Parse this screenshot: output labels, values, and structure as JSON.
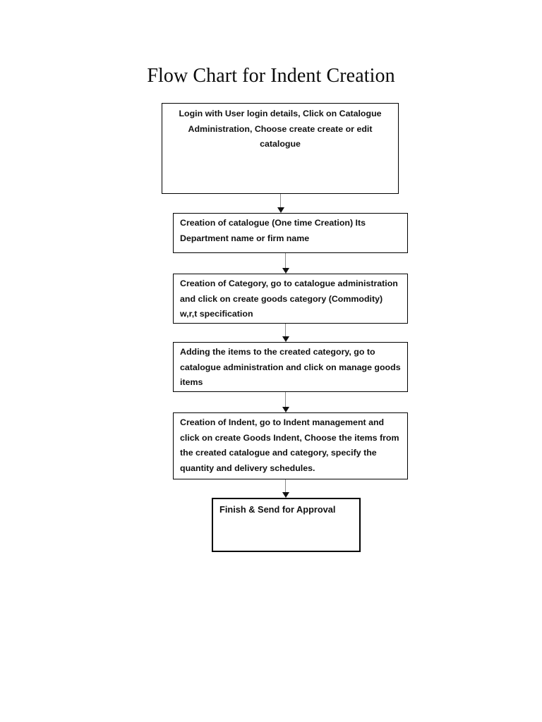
{
  "document": {
    "title": "Flow Chart for Indent Creation",
    "background_color": "#ffffff",
    "text_color": "#000000"
  },
  "chart_data": {
    "type": "diagram",
    "diagram_type": "flowchart",
    "orientation": "top-to-bottom",
    "title": "Flow Chart for Indent Creation",
    "node_shape": "rectangle",
    "connector_style": "straight-arrow-down",
    "nodes": [
      {
        "id": "box-1",
        "step": 1,
        "text": "Login with User login details, Click on Catalogue Administration, Choose create create or edit catalogue",
        "text_align": "center",
        "bold": false,
        "border_width": 1
      },
      {
        "id": "box-2",
        "step": 2,
        "text": "Creation of catalogue (One time Creation) Its Department name or firm name",
        "text_align": "left",
        "bold": false,
        "border_width": 1
      },
      {
        "id": "box-3",
        "step": 3,
        "text": "Creation of Category, go to catalogue administration and click on create goods category (Commodity) w,r,t specification",
        "text_align": "left",
        "bold": false,
        "border_width": 1
      },
      {
        "id": "box-4",
        "step": 4,
        "text": "Adding the items to the created category, go to catalogue administration and click on manage goods items",
        "text_align": "left",
        "bold": false,
        "border_width": 1
      },
      {
        "id": "box-5",
        "step": 5,
        "text": "Creation of Indent, go to Indent management and click on create Goods Indent, Choose the items from the created catalogue and category, specify the quantity and delivery schedules.",
        "text_align": "left",
        "bold": false,
        "border_width": 1
      },
      {
        "id": "box-6",
        "step": 6,
        "text": "Finish & Send for Approval",
        "text_align": "left",
        "bold": true,
        "border_width": 2
      }
    ],
    "edges": [
      {
        "id": "conn-1",
        "from": "box-1",
        "to": "box-2",
        "arrow": "down"
      },
      {
        "id": "conn-2",
        "from": "box-2",
        "to": "box-3",
        "arrow": "down"
      },
      {
        "id": "conn-3",
        "from": "box-3",
        "to": "box-4",
        "arrow": "down"
      },
      {
        "id": "conn-4",
        "from": "box-4",
        "to": "box-5",
        "arrow": "down"
      },
      {
        "id": "conn-5",
        "from": "box-5",
        "to": "box-6",
        "arrow": "down"
      }
    ]
  }
}
